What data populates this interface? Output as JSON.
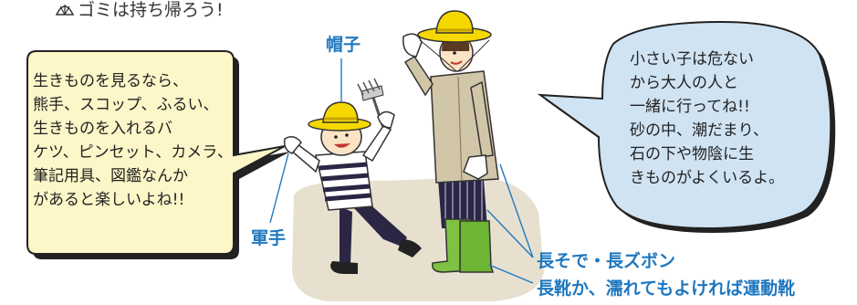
{
  "top_note": {
    "text": "ゴミは持ち帰ろう!",
    "icon": "shell-icon"
  },
  "bubble_left": {
    "lines": [
      "生きものを見るなら、",
      "熊手、スコップ、ふるい、",
      "生きものを入れるバ",
      "ケツ、ピンセット、カメラ、",
      "筆記用具、図鑑なんか",
      "があると楽しいよね!!"
    ],
    "fill": "#fcf6c8"
  },
  "bubble_right": {
    "lines": [
      "小さい子は危ない",
      "から大人の人と",
      "一緒に行ってね!!",
      "砂の中、潮だまり、",
      "石の下や物陰に生",
      "きものがよくいるよ。"
    ],
    "fill": "#cfe3f3"
  },
  "labels": {
    "hat": "帽子",
    "glove": "軍手",
    "sleeve": "長そで・長ズボン",
    "boots": "長靴か、濡れてもよければ運動靴"
  },
  "colors": {
    "label_blue": "#1f78c0",
    "ground": "#e8e0cf",
    "hat_yellow": "#f5d800",
    "boot_green": "#7dc242",
    "coat": "#d2c6a8",
    "trousers_dark": "#2a2644"
  }
}
